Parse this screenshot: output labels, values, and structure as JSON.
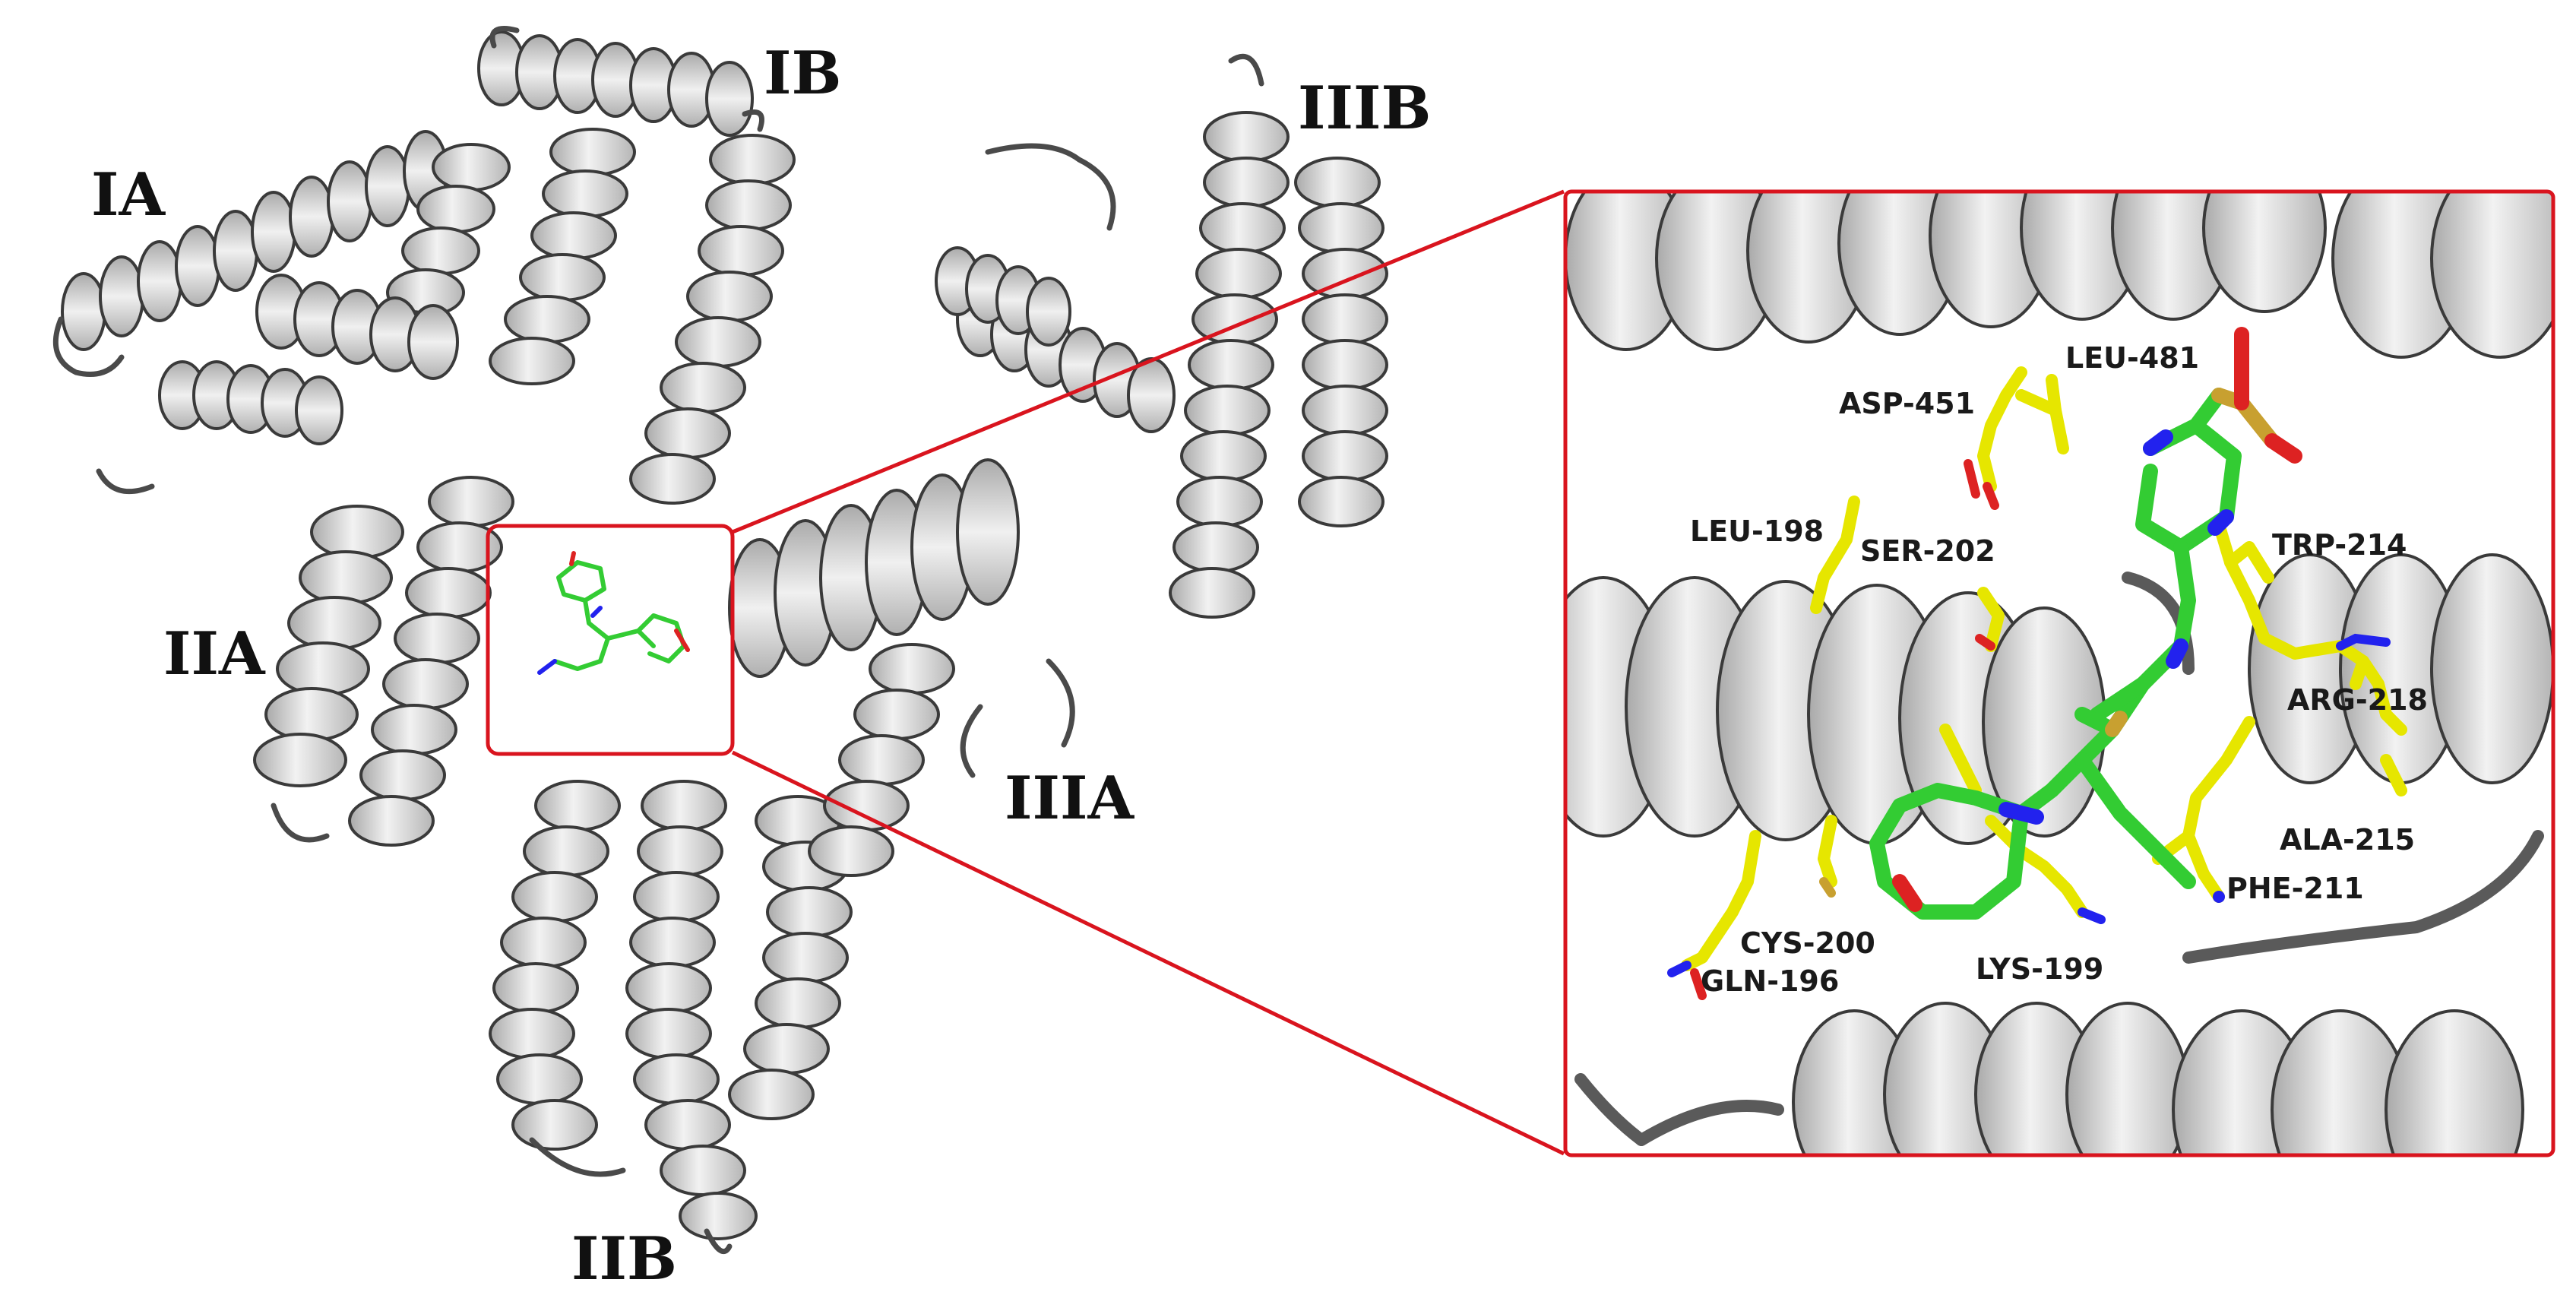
{
  "overview": {
    "domain_labels": {
      "ia": "IA",
      "ib": "IB",
      "iia": "IIA",
      "iib": "IIB",
      "iiia": "IIIA",
      "iiib": "IIIB"
    }
  },
  "zoom_panel": {
    "residues": {
      "leu481": "LEU-481",
      "asp451": "ASP-451",
      "leu198": "LEU-198",
      "ser202": "SER-202",
      "trp214": "TRP-214",
      "arg218": "ARG-218",
      "ala215": "ALA-215",
      "phe211": "PHE-211",
      "cys200": "CYS-200",
      "gln196": "GLN-196",
      "lys199": "LYS-199"
    }
  },
  "colors": {
    "protein_ribbon": "#d6d6d6",
    "ribbon_outline": "#3a3a3a",
    "ligand_carbon": "#33cc33",
    "residue_carbon": "#e6e600",
    "nitrogen": "#2222ee",
    "oxygen": "#dd2222",
    "sulfur": "#c8a030",
    "highlight_box": "#d9141e"
  }
}
